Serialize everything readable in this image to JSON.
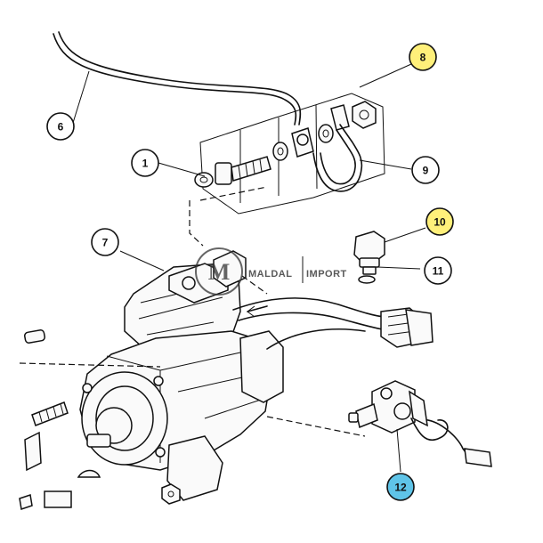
{
  "callouts": [
    {
      "id": "1",
      "label": "1",
      "color": "#ffffff"
    },
    {
      "id": "6",
      "label": "6",
      "color": "#ffffff"
    },
    {
      "id": "7",
      "label": "7",
      "color": "#ffffff"
    },
    {
      "id": "8",
      "label": "8",
      "color": "#fff07a"
    },
    {
      "id": "9",
      "label": "9",
      "color": "#ffffff"
    },
    {
      "id": "10",
      "label": "10",
      "color": "#fff07a"
    },
    {
      "id": "11",
      "label": "11",
      "color": "#ffffff"
    },
    {
      "id": "12",
      "label": "12",
      "color": "#5fc4e8"
    }
  ],
  "watermark": {
    "left": "MALDAL",
    "right": "IMPORT",
    "logo_letter": "M"
  }
}
